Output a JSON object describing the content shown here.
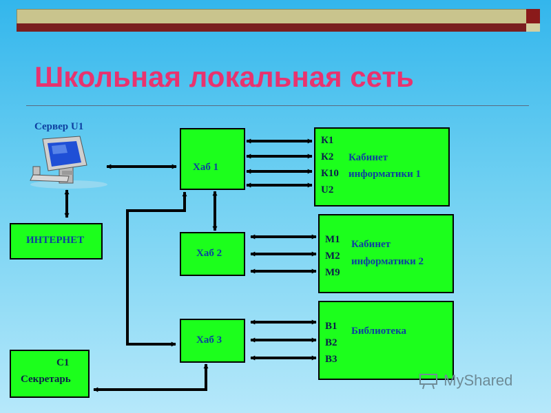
{
  "title": "Школьная локальная сеть",
  "server": {
    "label": "Сервер U1"
  },
  "internet": {
    "label": "ИНТЕРНЕТ"
  },
  "secretary": {
    "code": "С1",
    "label": "Секретарь"
  },
  "hubs": [
    {
      "label": "Хаб 1"
    },
    {
      "label": "Хаб 2"
    },
    {
      "label": "Хаб 3"
    }
  ],
  "rooms": [
    {
      "codes": [
        "К1",
        "К2",
        "К10",
        "U2"
      ],
      "name_line1": "Кабинет",
      "name_line2": "информатики 1"
    },
    {
      "codes": [
        "М1",
        "М2",
        "М9"
      ],
      "name_line1": "Кабинет",
      "name_line2": "информатики 2"
    },
    {
      "codes": [
        "В1",
        "В2",
        "В3"
      ],
      "name_line1": "Библиотека",
      "name_line2": ""
    }
  ],
  "watermark": "MyShared",
  "colors": {
    "background": "#33b6ec",
    "title": "#e8336f",
    "box_fill": "#1cff1c",
    "label": "#0d3fa0"
  }
}
